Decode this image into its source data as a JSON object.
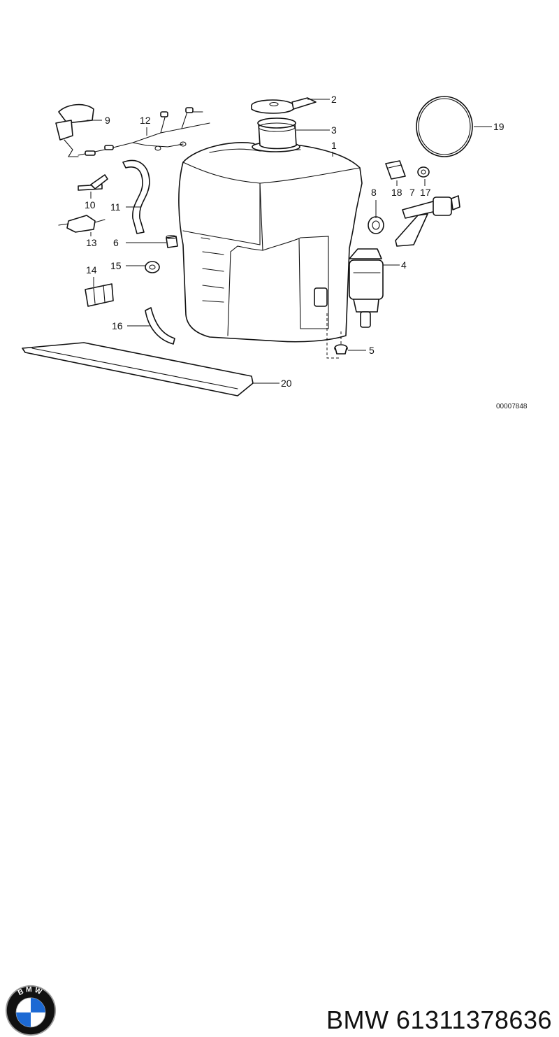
{
  "diagram": {
    "reference_code": "00007848",
    "callouts": [
      "1",
      "2",
      "3",
      "4",
      "5",
      "6",
      "7",
      "8",
      "9",
      "10",
      "11",
      "12",
      "13",
      "14",
      "15",
      "16",
      "17",
      "18",
      "19",
      "20"
    ]
  },
  "footer": {
    "brand": "BMW",
    "logo_letters": "BMW",
    "part_number": "BMW 61311378636",
    "logo_colors": {
      "blue": "#1c69d4",
      "ring": "#111111",
      "white": "#ffffff"
    }
  }
}
